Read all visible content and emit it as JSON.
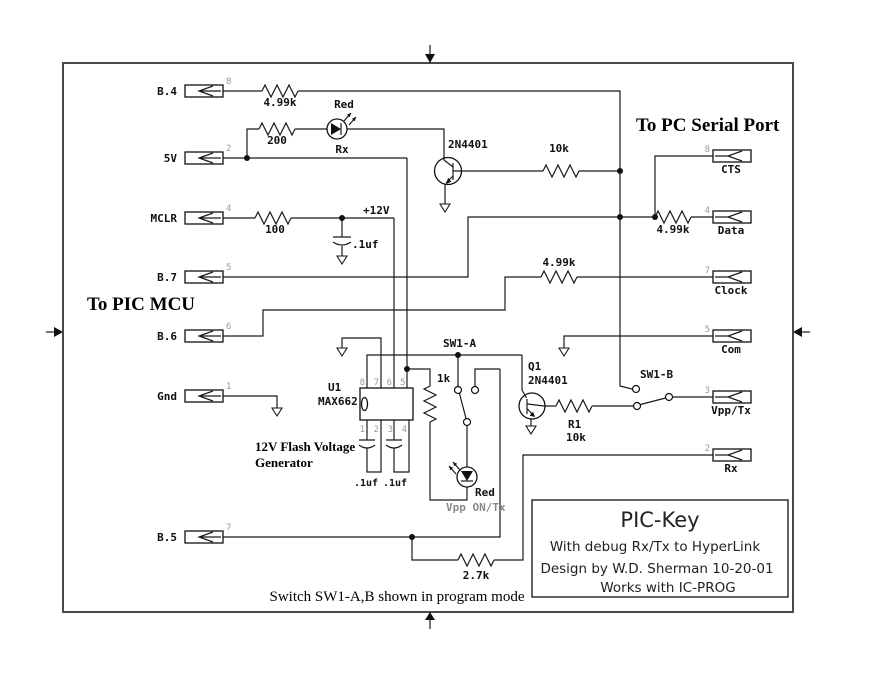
{
  "headers": {
    "left": "To PIC MCU",
    "right": "To PC Serial Port"
  },
  "left_connectors": [
    {
      "label": "B.4",
      "pin": "8"
    },
    {
      "label": "5V",
      "pin": "2"
    },
    {
      "label": "MCLR",
      "pin": "4"
    },
    {
      "label": "B.7",
      "pin": "5"
    },
    {
      "label": "B.6",
      "pin": "6"
    },
    {
      "label": "Gnd",
      "pin": "1"
    },
    {
      "label": "B.5",
      "pin": "7"
    }
  ],
  "right_connectors": [
    {
      "label": "CTS",
      "pin": "8"
    },
    {
      "label": "Data",
      "pin": "4"
    },
    {
      "label": "Clock",
      "pin": "7"
    },
    {
      "label": "Com",
      "pin": "5"
    },
    {
      "label": "Vpp/Tx",
      "pin": "3"
    },
    {
      "label": "Rx",
      "pin": "2"
    }
  ],
  "resistors": {
    "r_b4": "4.99k",
    "r_led": "200",
    "r_mclr": "100",
    "r_cts": "10k",
    "r_data": "4.99k",
    "r_clock": "4.99k",
    "r_1k": "1k",
    "r1_name": "R1",
    "r1_value": "10k",
    "r_27": "2.7k"
  },
  "capacitors": {
    "c_mclr": ".1uf",
    "c_left": ".1uf",
    "c_right": ".1uf"
  },
  "transistors": {
    "t1_part": "2N4401",
    "q1_name": "Q1",
    "q1_part": "2N4401"
  },
  "ic": {
    "name": "U1",
    "part": "MAX662",
    "pins_top": [
      "8",
      "7",
      "6",
      "5"
    ],
    "pins_bottom": [
      "1",
      "2",
      "3",
      "4"
    ]
  },
  "power": {
    "v12": "+12V"
  },
  "leds": {
    "led1_color": "Red",
    "led1_name": "Rx",
    "led2_color": "Red",
    "led2_name": "Vpp ON/Tx"
  },
  "switches": {
    "a": "SW1-A",
    "b": "SW1-B"
  },
  "notes": {
    "flash1": "12V Flash Voltage",
    "flash2": "Generator",
    "mode": "Switch SW1-A,B shown in program mode"
  },
  "title_box": {
    "title": "PIC-Key",
    "line1": "With debug Rx/Tx to HyperLink",
    "line2": "Design by W.D. Sherman  10-20-01",
    "line3": "Works with IC-PROG"
  },
  "colors": {
    "wire": "#1a1a1a",
    "pin_number": "#9a9a9a",
    "muted_label": "#8a8a8a",
    "border": "#4a4a4a"
  }
}
